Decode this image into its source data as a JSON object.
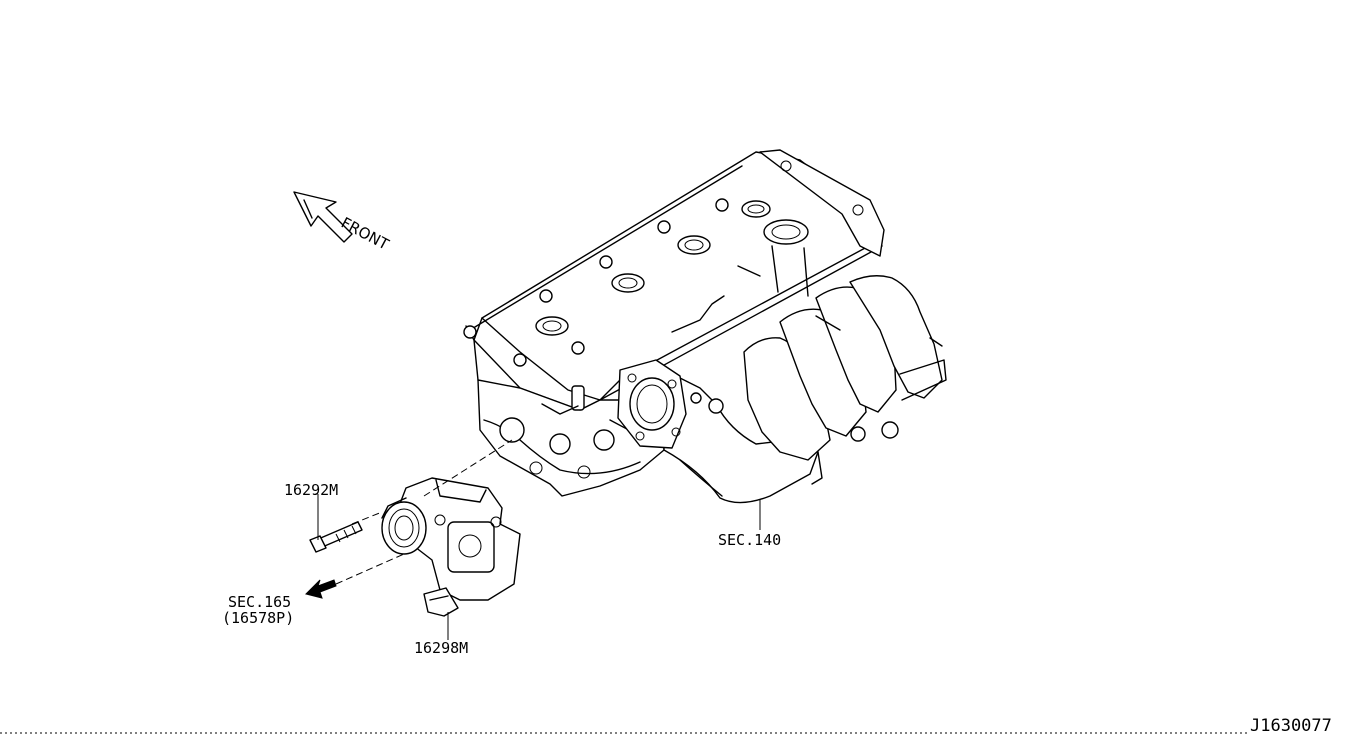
{
  "direction": {
    "text": "FRONT"
  },
  "callouts": {
    "bolt": "16292M",
    "throttle_chamber": "16298M",
    "intake_manifold": "SEC.140",
    "sensor_ref": "SEC.165",
    "sensor_sub": "(16578P)"
  },
  "figure_id": "J1630077"
}
